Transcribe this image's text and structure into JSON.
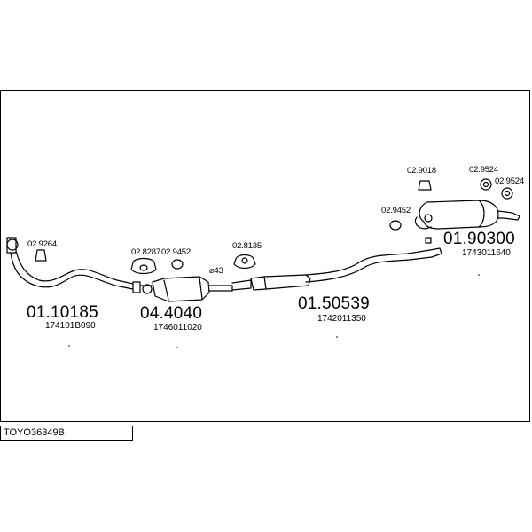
{
  "document": {
    "code": "TOYO36349B"
  },
  "assemblies": [
    {
      "main": "01.10185",
      "sub": "174101B090"
    },
    {
      "main": "04.4040",
      "sub": "1746011020"
    },
    {
      "main": "01.50539",
      "sub": "1742011350"
    },
    {
      "main": "01.90300",
      "sub": "1743011640"
    }
  ],
  "parts": [
    {
      "code": "02.9264"
    },
    {
      "code": "02.8287"
    },
    {
      "code": "02.9452"
    },
    {
      "code": "02.8135"
    },
    {
      "code": "⌀43"
    },
    {
      "code": "02.9018"
    },
    {
      "code": "02.9524"
    },
    {
      "code": "02.9524"
    },
    {
      "code": "02.9452"
    }
  ]
}
